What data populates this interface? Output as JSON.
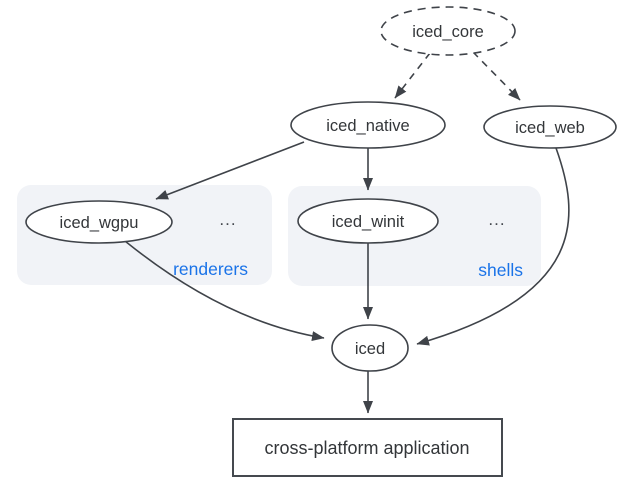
{
  "diagram": {
    "nodes": {
      "iced_core": "iced_core",
      "iced_native": "iced_native",
      "iced_web": "iced_web",
      "iced_wgpu": "iced_wgpu",
      "iced_winit": "iced_winit",
      "iced": "iced",
      "app": "cross-platform application"
    },
    "groups": {
      "renderers": {
        "label": "renderers",
        "more": "..."
      },
      "shells": {
        "label": "shells",
        "more": "..."
      }
    },
    "edges": [
      {
        "from": "iced_core",
        "to": "iced_native",
        "style": "dashed"
      },
      {
        "from": "iced_core",
        "to": "iced_web",
        "style": "dashed"
      },
      {
        "from": "iced_native",
        "to": "iced_wgpu",
        "style": "solid"
      },
      {
        "from": "iced_native",
        "to": "iced_winit",
        "style": "solid"
      },
      {
        "from": "iced_wgpu",
        "to": "iced",
        "style": "solid"
      },
      {
        "from": "iced_winit",
        "to": "iced",
        "style": "solid"
      },
      {
        "from": "iced_web",
        "to": "iced",
        "style": "solid"
      },
      {
        "from": "iced",
        "to": "app",
        "style": "solid"
      }
    ],
    "colors": {
      "edge": "#3f4349",
      "node_text": "#333639",
      "group_fill": "#f1f3f7",
      "group_label_blue": "#1a73e8",
      "background": "#ffffff"
    }
  }
}
